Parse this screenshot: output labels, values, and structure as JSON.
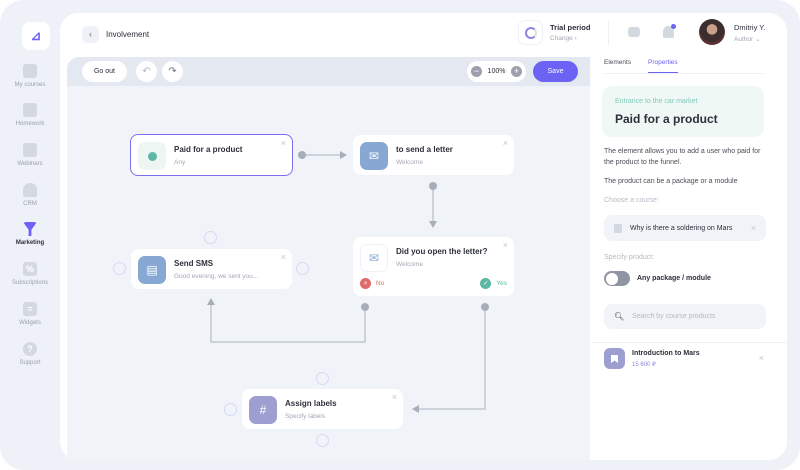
{
  "sidebar": {
    "items": [
      {
        "label": "My courses",
        "icon": "book-icon"
      },
      {
        "label": "Homework",
        "icon": "notebook-icon"
      },
      {
        "label": "Webinars",
        "icon": "video-icon"
      },
      {
        "label": "CRM",
        "icon": "users-icon"
      },
      {
        "label": "Marketing",
        "icon": "funnel-icon",
        "active": true
      },
      {
        "label": "Subscriptions",
        "icon": "percent-icon",
        "glyph": "%"
      },
      {
        "label": "Widgets",
        "icon": "widget-icon",
        "glyph": "="
      },
      {
        "label": "Support",
        "icon": "question-icon",
        "glyph": "?"
      }
    ]
  },
  "header": {
    "title": "Involvement",
    "trial": "Trial period",
    "trial_action": "Change",
    "user_name": "Dmitriy Y.",
    "user_role": "Author"
  },
  "toolbar": {
    "go_out": "Go out",
    "zoom": "100%",
    "save": "Save"
  },
  "nodes": {
    "paid": {
      "title": "Paid for a product",
      "sub": "Any"
    },
    "letter": {
      "title": "to send a letter",
      "sub": "Welcome"
    },
    "sms": {
      "title": "Send SMS",
      "sub": "Good evening, we sent you..."
    },
    "opened": {
      "title": "Did you open the letter?",
      "sub": "Welcome",
      "no": "No",
      "yes": "Yes"
    },
    "labels": {
      "title": "Assign labels",
      "sub": "Specify labels",
      "glyph": "#"
    }
  },
  "panel": {
    "tabs": [
      "Elements",
      "Properties"
    ],
    "active_tab": "Properties",
    "card_sub": "Entrance to the car market",
    "card_title": "Paid for a product",
    "desc1": "The element allows you to add a user who paid for the product to the funnel.",
    "desc2": "The product can be a package or a module",
    "choose_label": "Choose a course:",
    "course": "Why is there a soldering on Mars",
    "specify_label": "Specify product:",
    "toggle_label": "Any package / module",
    "toggle_on": false,
    "search_placeholder": "Search by course products",
    "product_name": "Introduction to Mars",
    "product_price": "15 600 ₽"
  },
  "colors": {
    "accent": "#6c63f5",
    "green": "#5bb8a3",
    "red": "#e06b6b",
    "blue_icon": "#87a8d3",
    "purple_icon": "#9c9fcf"
  }
}
